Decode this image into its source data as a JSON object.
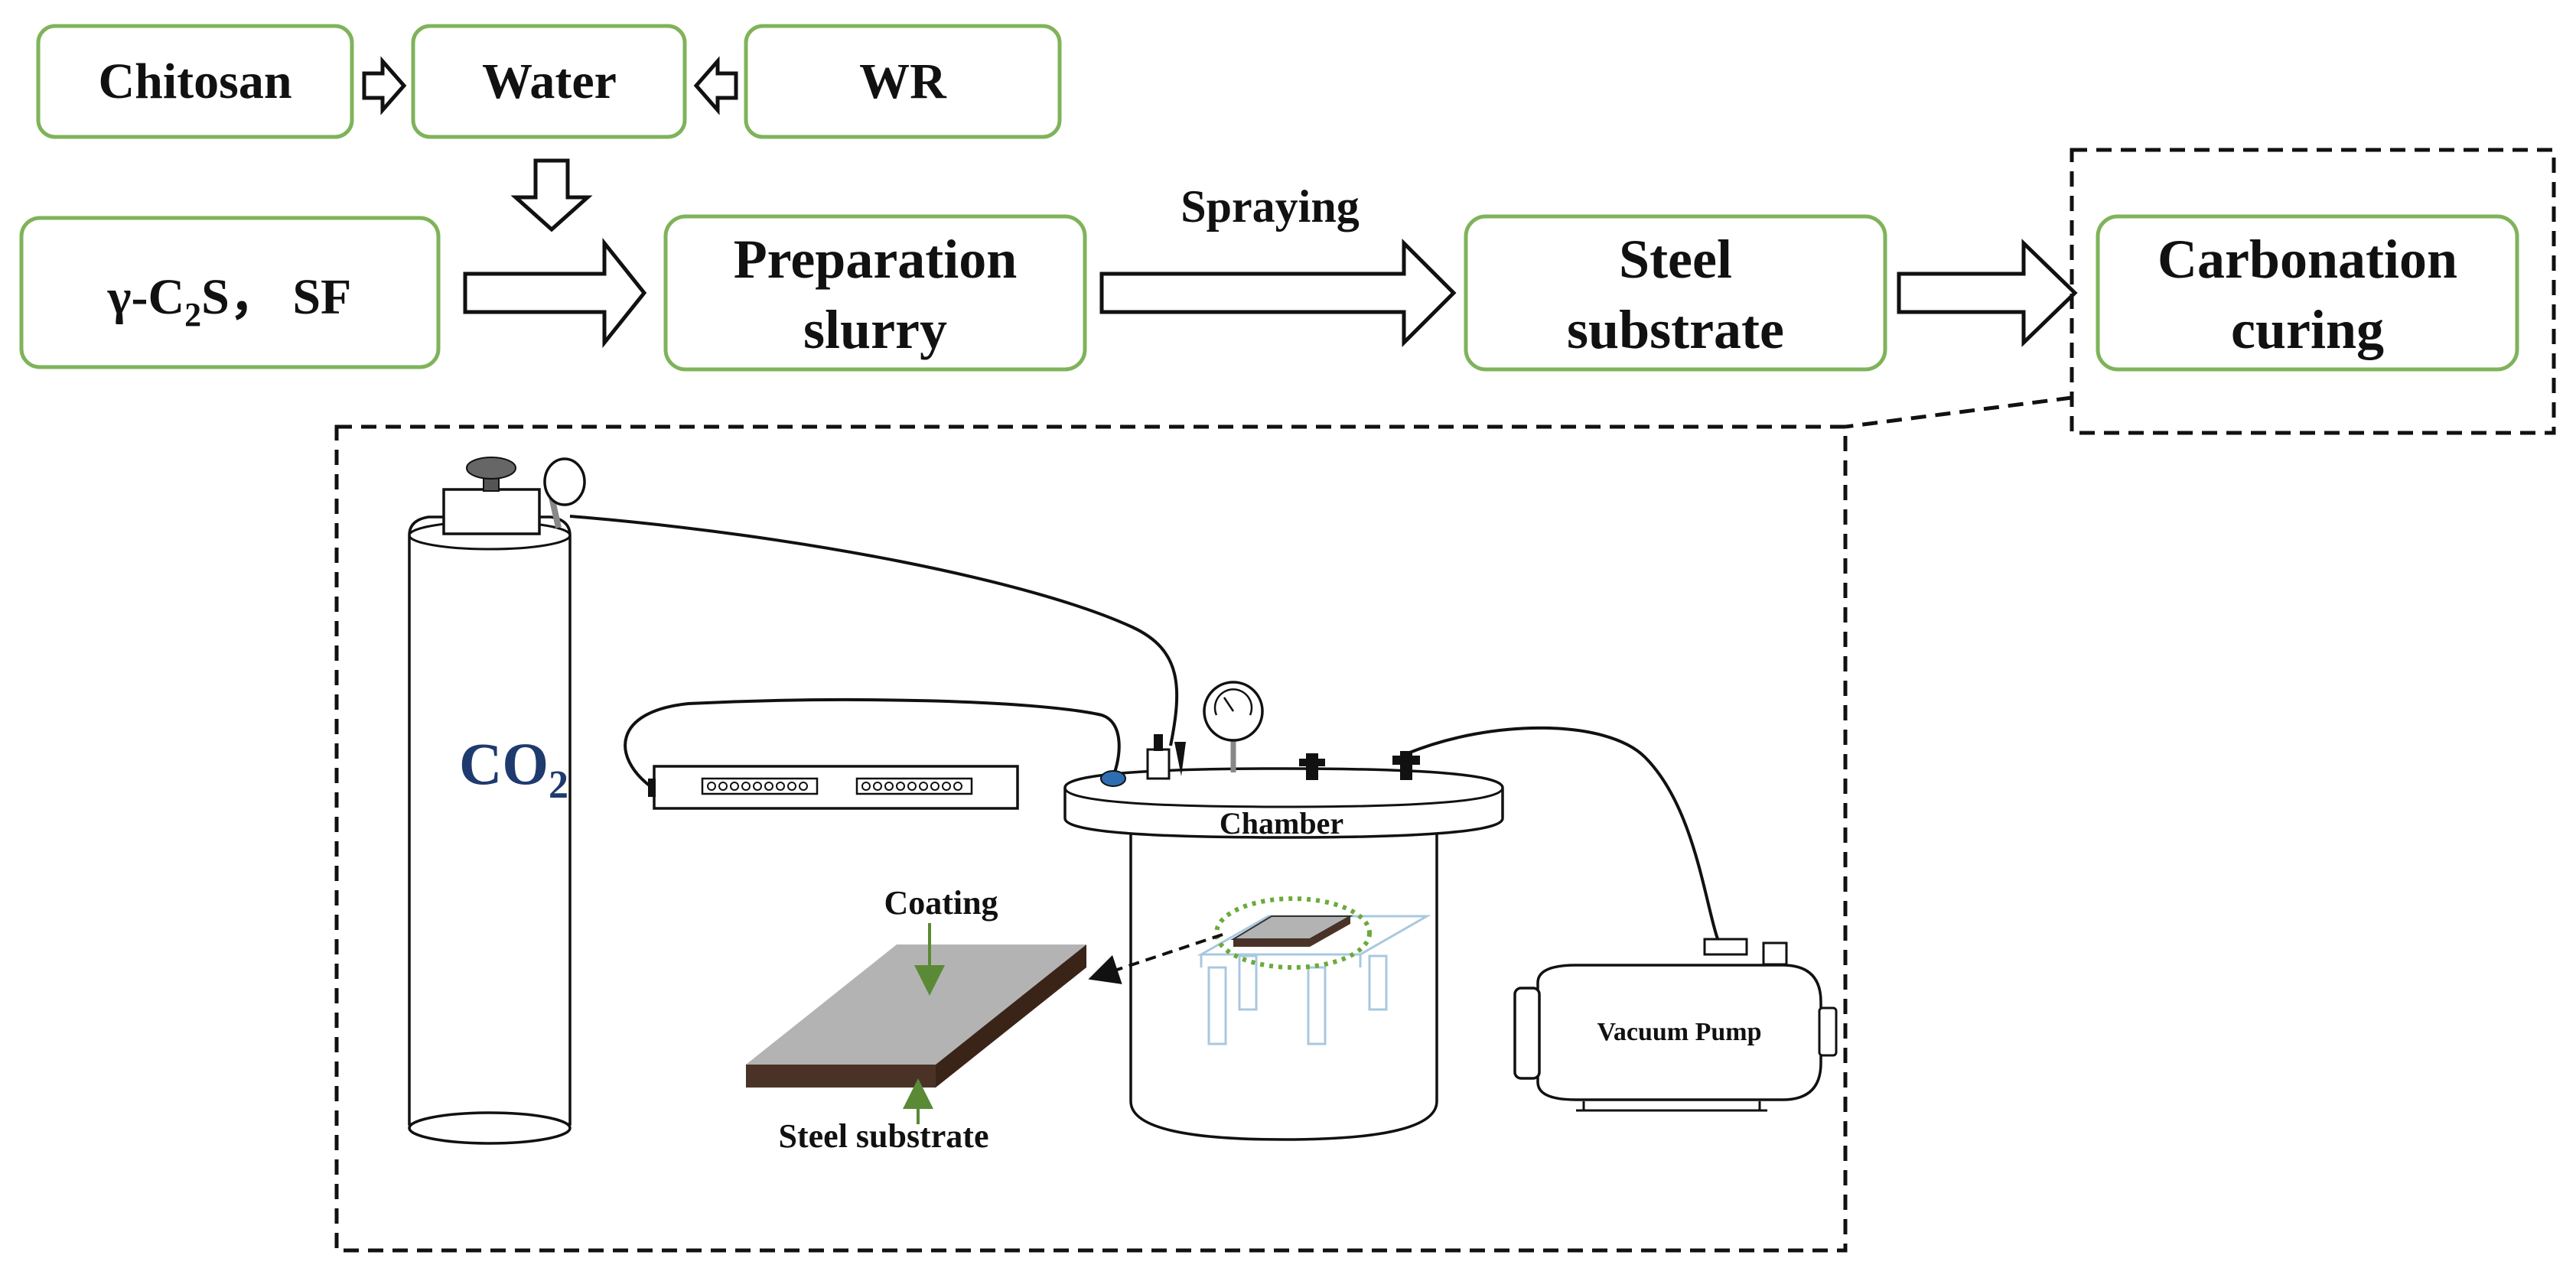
{
  "flow": {
    "chitosan": "Chitosan",
    "water": "Water",
    "wr": "WR",
    "materials_prefix": "γ-C",
    "materials_sub": "2",
    "materials_suffix": "S，  SF",
    "preparation_line1": "Preparation",
    "preparation_line2": "slurry",
    "spraying": "Spraying",
    "steel_line1": "Steel",
    "steel_line2": "substrate",
    "carbonation_line1": "Carbonation",
    "carbonation_line2": "curing"
  },
  "apparatus": {
    "co2_main": "CO",
    "co2_sub": "2",
    "chamber": "Chamber",
    "coating": "Coating",
    "steel_substrate": "Steel substrate",
    "vacuum_pump": "Vacuum Pump"
  },
  "colors": {
    "box_border": "#7fb35a",
    "co2_text": "#1f3a6e",
    "coating_surface": "#b3b3b3",
    "steel_layer": "#4a3326",
    "highlight_green": "#6aaa3a",
    "valve_blue": "#2f6db3"
  }
}
